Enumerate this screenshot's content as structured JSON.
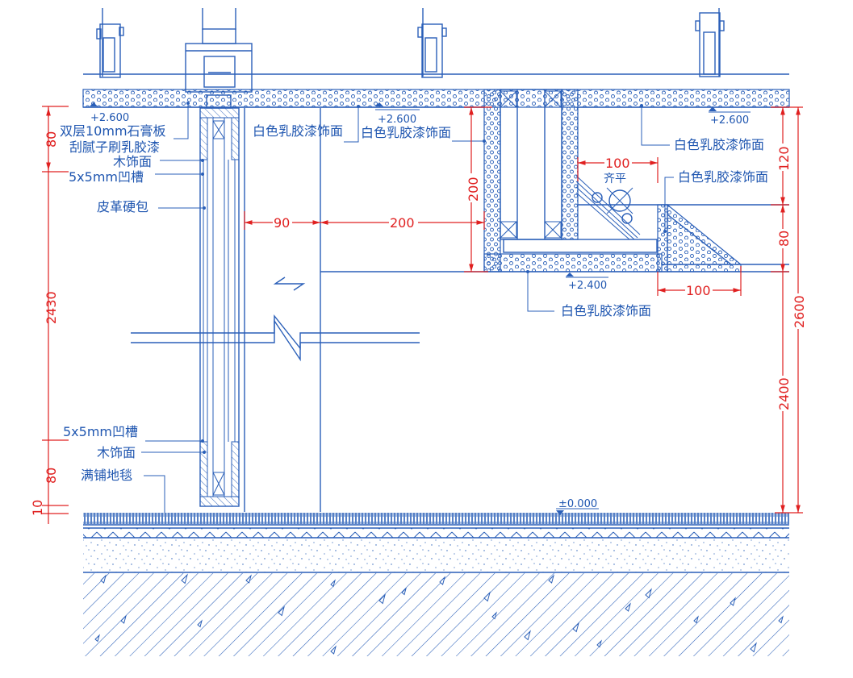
{
  "drawing": {
    "type": "ceiling-wall section detail",
    "colors": {
      "linework": "#2a5fb8",
      "dimensions": "#e02020",
      "text": "#1f56b0",
      "background": "#ffffff"
    },
    "elevations": {
      "ceiling_left": "+2.600",
      "ceiling_mid": "+2.600",
      "ceiling_right": "+2.600",
      "soffit": "+2.400",
      "floor": "±0.000"
    },
    "labels_left": {
      "gypsum": "双层10mm石膏板",
      "putty": "刮腻子刷乳胶漆",
      "wood_top": "木饰面",
      "groove_top": "5x5mm凹槽",
      "leather": "皮革硬包",
      "groove_bottom": "5x5mm凹槽",
      "wood_bottom": "木饰面",
      "carpet": "满铺地毯"
    },
    "labels_right": {
      "paint_1": "白色乳胶漆饰面",
      "paint_2": "白色乳胶漆饰面",
      "paint_3": "白色乳胶漆饰面",
      "paint_4": "白色乳胶漆饰面",
      "paint_5": "白色乳胶漆饰面",
      "flush": "齐平"
    },
    "dimensions": {
      "left_top": "80",
      "left_main": "2430",
      "left_bottom": "80",
      "left_base": "10",
      "horiz_90": "90",
      "horiz_200": "200",
      "vert_200": "200",
      "top_100": "100",
      "bottom_100": "100",
      "right_120": "120",
      "right_80": "80",
      "right_2400": "2400",
      "right_2600": "2600"
    }
  }
}
